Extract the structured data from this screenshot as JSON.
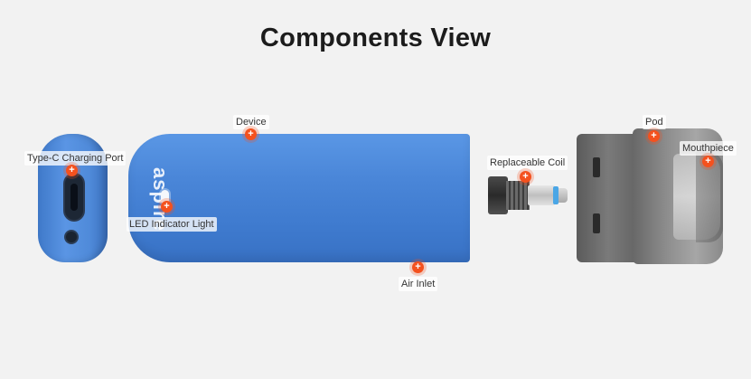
{
  "title": "Components View",
  "brand_text": "aspire",
  "labels": {
    "type_c_port": "Type-C Charging Port",
    "device": "Device",
    "led": "LED Indicator Light",
    "air_inlet": "Air Inlet",
    "coil": "Replaceable Coil",
    "pod": "Pod",
    "mouthpiece": "Mouthpiece"
  },
  "hotspot_symbol": "+",
  "colors": {
    "background": "#f2f2f2",
    "device_blue": "#4a86d8",
    "hotspot": "#f4511e",
    "coil_ring": "#4aa6e6"
  }
}
